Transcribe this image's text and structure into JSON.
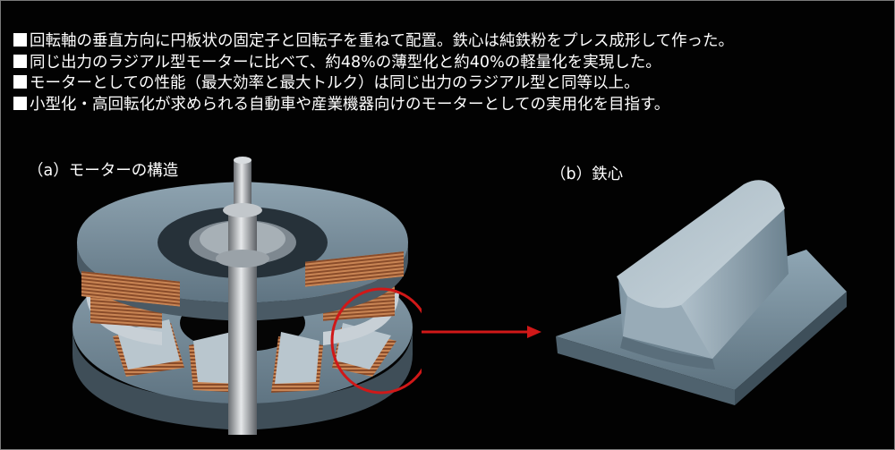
{
  "bullets": [
    "回転軸の垂直方向に円板状の固定子と回転子を重ねて配置。鉄心は純鉄粉をプレス成形して作った。",
    "同じ出力のラジアル型モーターに比べて、約48%の薄型化と約40%の軽量化を実現した。",
    "モーターとしての性能（最大効率と最大トルク）は同じ出力のラジアル型と同等以上。",
    "小型化・高回転化が求められる自動車や産業機器向けのモーターとしての実用化を目指す。"
  ],
  "captions": {
    "motor": "（a）モーターの構造",
    "core": "（b）鉄心"
  },
  "colors": {
    "background": "#020202",
    "text": "#ffffff",
    "steel": "#6f8593",
    "copper": "#b06a3e",
    "highlight_circle": "#d01818",
    "arrow": "#d01818"
  },
  "icons": {
    "bullet": "white-square"
  }
}
